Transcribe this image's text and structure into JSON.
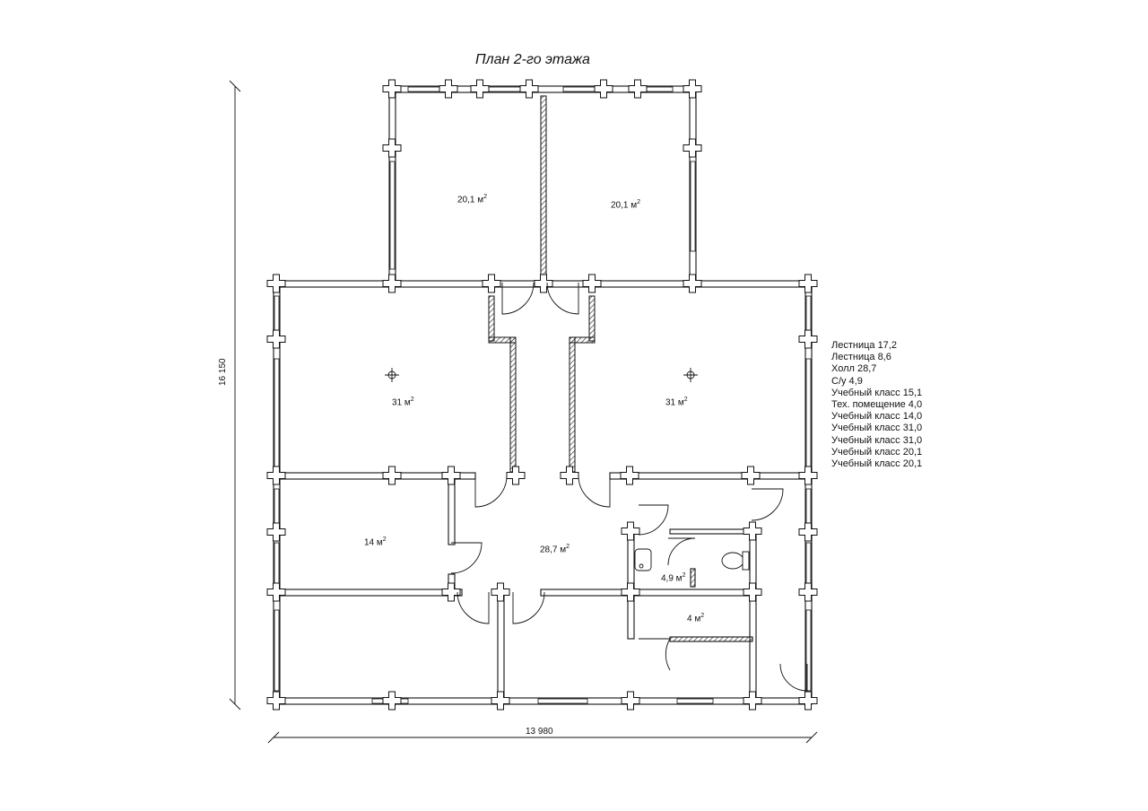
{
  "title": "План 2-го этажа",
  "dimensions": {
    "height": "16 150",
    "width": "13 980"
  },
  "room_areas": [
    {
      "value": "20,1 м",
      "unit_sup": "2"
    },
    {
      "value": "20,1 м",
      "unit_sup": "2"
    },
    {
      "value": "31 м",
      "unit_sup": "2"
    },
    {
      "value": "31 м",
      "unit_sup": "2"
    },
    {
      "value": "14 м",
      "unit_sup": "2"
    },
    {
      "value": "28,7 м",
      "unit_sup": "2"
    },
    {
      "value": "4,9 м",
      "unit_sup": "2"
    },
    {
      "value": "4 м",
      "unit_sup": "2"
    }
  ],
  "legend": [
    "Лестница 17,2",
    "Лестница 8,6",
    "Холл 28,7",
    "С/у 4,9",
    "Учебный класс 15,1",
    "Тех. помещение 4,0",
    "Учебный класс 14,0",
    "Учебный класс 31,0",
    "Учебный класс 31,0",
    "Учебный класс 20,1",
    "Учебный класс 20,1"
  ]
}
